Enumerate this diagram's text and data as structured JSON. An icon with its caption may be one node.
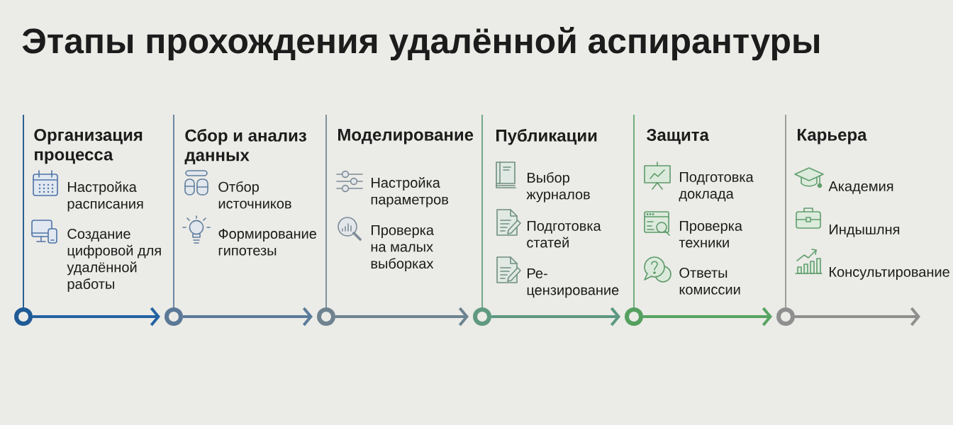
{
  "diagram": {
    "title": "Этапы прохождения удалённой аспирантуры",
    "nodes": [
      {
        "text": [
          "Организация процесса",
          "Настройка расписания",
          "Создание цифровой для удалённой работы"
        ]
      },
      {
        "text": [
          "Сбор и анализ данных",
          "Отбор источников",
          "Формирование гипотезы"
        ]
      },
      {
        "text": [
          "Моделирование",
          "Настройка параметров",
          "Проверка на малых выборках"
        ]
      },
      {
        "text": [
          "Публикации",
          "Выбор журналов",
          "Подготовка статей",
          "Ре- цензирование"
        ]
      },
      {
        "text": [
          "Защита",
          "Подготовка доклада",
          "Проверка техники",
          "Ответы комиссии"
        ]
      },
      {
        "text": [
          "Карьера",
          "Академия",
          "Индышлня",
          "Консультирование"
        ]
      },
      {
        "text": [],
        "shape": "circle"
      },
      {
        "text": [],
        "shape": "circle"
      },
      {
        "text": [],
        "shape": "circle"
      },
      {
        "text": [],
        "shape": "circle"
      },
      {
        "text": [],
        "shape": "circle"
      },
      {
        "text": [],
        "shape": "circle"
      }
    ],
    "edges": [
      {
        "from": 6,
        "to": 7,
        "arrow": "to",
        "color": "#2462a2"
      },
      {
        "from": 7,
        "to": 8,
        "arrow": "to",
        "color": "#5b7b9b"
      },
      {
        "from": 8,
        "to": 9,
        "arrow": "to",
        "color": "#6d8491"
      },
      {
        "from": 9,
        "to": 10,
        "arrow": "to",
        "color": "#5c9883"
      },
      {
        "from": 10,
        "to": 11,
        "arrow": "to",
        "color": "#57a462"
      },
      {
        "from": 11,
        "to": null,
        "arrow": "to",
        "color": "#8f8f8f"
      }
    ]
  }
}
